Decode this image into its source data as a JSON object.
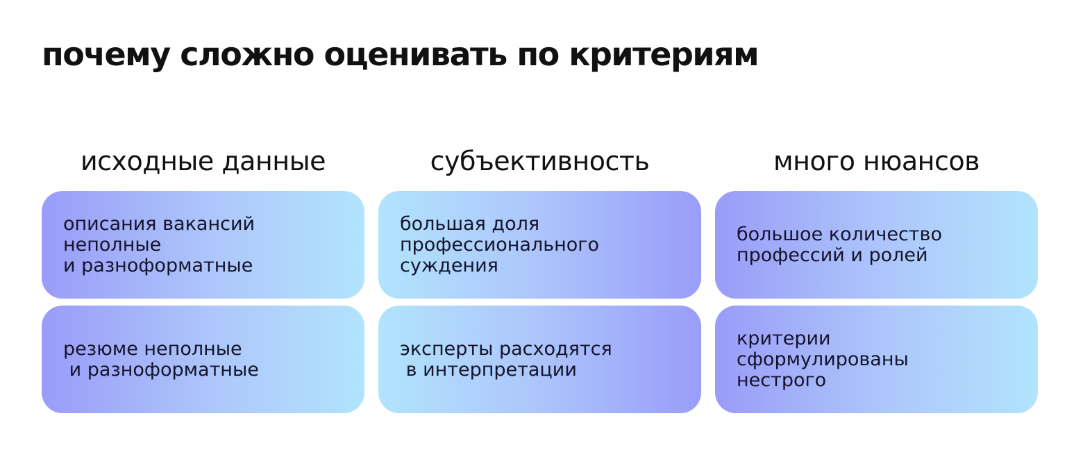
{
  "title": "почему сложно оценивать по критериям",
  "columns": [
    {
      "heading": "исходные данные",
      "cards": [
        "описания вакансий\nнеполные\nи разноформатные",
        "резюме неполные\n и разноформатные"
      ]
    },
    {
      "heading": "субъективность",
      "cards": [
        "большая доля\nпрофессионального\nсуждения",
        "эксперты расходятся\n в интерпретации"
      ]
    },
    {
      "heading": "много нюансов",
      "cards": [
        "большое количество\nпрофессий и ролей",
        "критерии\nсформулированы\nнестрого"
      ]
    }
  ],
  "colors": {
    "text": "#111111",
    "violet": "#999df9",
    "light_blue": "#b1e4fd"
  }
}
